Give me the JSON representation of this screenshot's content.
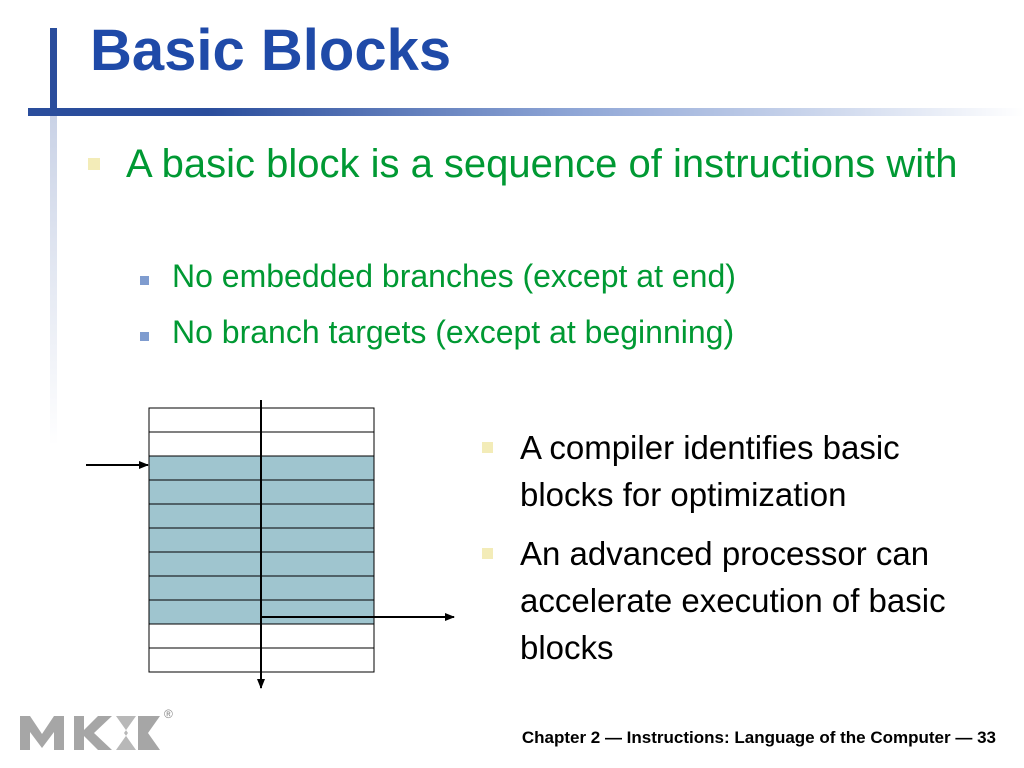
{
  "slide": {
    "title": "Basic Blocks",
    "bullet_main": "A basic block is a sequence of instructions with",
    "sub_bullets": [
      "No embedded branches (except at end)",
      "No branch targets (except at beginning)"
    ],
    "right_bullets": [
      "A compiler identifies basic blocks for optimization",
      "An advanced processor can accelerate execution of basic blocks"
    ],
    "footer": "Chapter 2 — Instructions: Language of the Computer — 33",
    "logo_registered": "®"
  },
  "diagram": {
    "total_rows": 11,
    "block_start_row": 2,
    "block_end_row": 8,
    "colors": {
      "block_fill": "#9fc5cf",
      "row_fill": "#ffffff",
      "stroke": "#000000"
    }
  },
  "colors": {
    "title": "#1f4aa8",
    "bullet_text": "#009933",
    "accent_bar": "#2a4d9c",
    "bullet_square": "#f3ecb8",
    "sub_bullet_square": "#7f9ccf"
  }
}
